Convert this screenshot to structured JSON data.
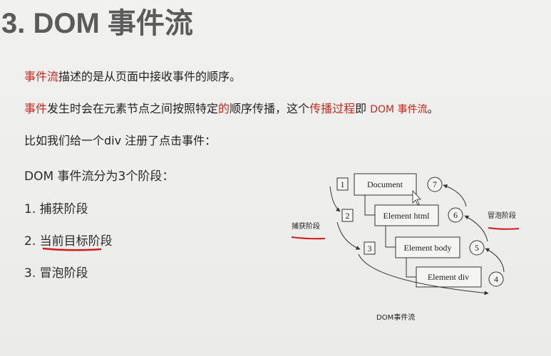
{
  "title": "3. DOM 事件流",
  "para1": {
    "highlight": "事件流",
    "rest": "描述的是从页面中接收事件的顺序。"
  },
  "para2": {
    "a": "事件",
    "b": "发生时会在元素节点之间按照特定",
    "c": "的",
    "d": "顺序传播，这个",
    "e": "传播过程",
    "f": "即 ",
    "g": "DOM 事件流",
    "h": "。"
  },
  "para3": "比如我们给一个div 注册了点击事件：",
  "stages_heading": "DOM 事件流分为3个阶段：",
  "stages": [
    "1. 捕获阶段",
    "2. 当前目标阶段",
    "3. 冒泡阶段"
  ],
  "diagram": {
    "nodes": [
      "Document",
      "Element html",
      "Element body",
      "Element div"
    ],
    "step_numbers": [
      "1",
      "2",
      "3",
      "4",
      "5",
      "6",
      "7"
    ],
    "capture_label": "捕获阶段",
    "bubble_label": "冒泡阶段",
    "caption": "DOM事件流"
  },
  "colors": {
    "accent_red": "#c8291e",
    "title_gray": "#5b5b5b"
  }
}
